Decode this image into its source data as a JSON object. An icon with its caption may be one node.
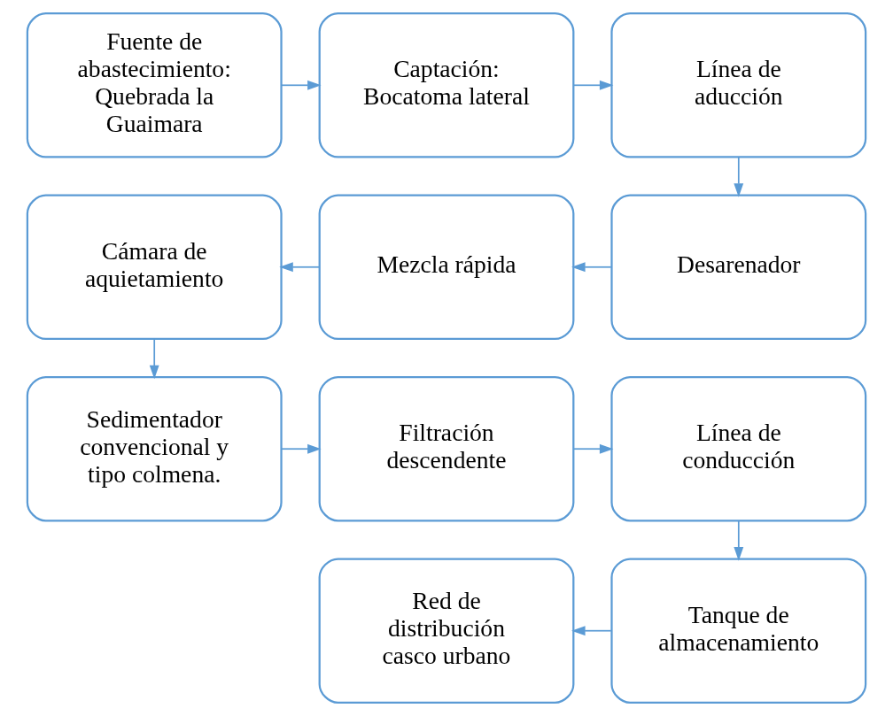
{
  "diagram": {
    "nodes": [
      {
        "text": [
          "Fuente de abastecimiento: Quebrada la Guaimara"
        ]
      },
      {
        "text": [
          "Captación: Bocatoma lateral"
        ]
      },
      {
        "text": [
          "Línea de aducción"
        ]
      },
      {
        "text": [
          "Cámara de aquietamiento"
        ]
      },
      {
        "text": [
          "Mezcla rápida"
        ]
      },
      {
        "text": [
          "Desarenador"
        ]
      },
      {
        "text": [
          "Sedimentador convencional y tipo colmena."
        ]
      },
      {
        "text": [
          "Filtración descendente"
        ]
      },
      {
        "text": [
          "Línea de conducción"
        ]
      },
      {
        "text": [
          "Red de distribución casco urbano"
        ]
      },
      {
        "text": [
          "Tanque de almacenamiento"
        ]
      }
    ],
    "edges": [
      {
        "from": 0,
        "to": 1,
        "arrow": "to"
      },
      {
        "from": 1,
        "to": 2,
        "arrow": "to"
      },
      {
        "from": 2,
        "to": 5,
        "arrow": "to"
      },
      {
        "from": 5,
        "to": 4,
        "arrow": "to"
      },
      {
        "from": 4,
        "to": 3,
        "arrow": "to"
      },
      {
        "from": 3,
        "to": 6,
        "arrow": "to"
      },
      {
        "from": 6,
        "to": 7,
        "arrow": "to"
      },
      {
        "from": 7,
        "to": 8,
        "arrow": "to"
      },
      {
        "from": 8,
        "to": 10,
        "arrow": "to"
      },
      {
        "from": 10,
        "to": 9,
        "arrow": "to"
      }
    ]
  }
}
